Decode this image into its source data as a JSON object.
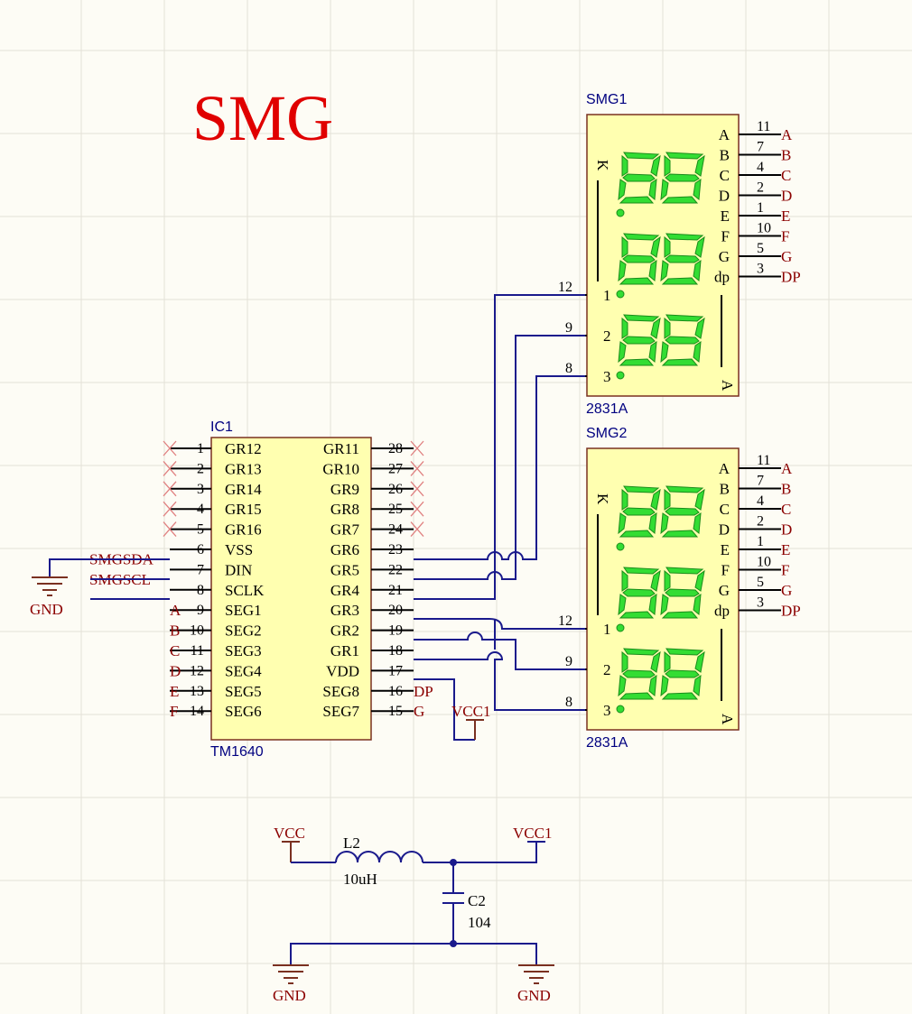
{
  "title": "SMG",
  "ic": {
    "designator": "IC1",
    "part": "TM1640",
    "left_pins": [
      {
        "num": "1",
        "name": "GR12"
      },
      {
        "num": "2",
        "name": "GR13"
      },
      {
        "num": "3",
        "name": "GR14"
      },
      {
        "num": "4",
        "name": "GR15"
      },
      {
        "num": "5",
        "name": "GR16"
      },
      {
        "num": "6",
        "name": "VSS"
      },
      {
        "num": "7",
        "name": "DIN"
      },
      {
        "num": "8",
        "name": "SCLK"
      },
      {
        "num": "9",
        "name": "SEG1"
      },
      {
        "num": "10",
        "name": "SEG2"
      },
      {
        "num": "11",
        "name": "SEG3"
      },
      {
        "num": "12",
        "name": "SEG4"
      },
      {
        "num": "13",
        "name": "SEG5"
      },
      {
        "num": "14",
        "name": "SEG6"
      }
    ],
    "right_pins": [
      {
        "num": "28",
        "name": "GR11"
      },
      {
        "num": "27",
        "name": "GR10"
      },
      {
        "num": "26",
        "name": "GR9"
      },
      {
        "num": "25",
        "name": "GR8"
      },
      {
        "num": "24",
        "name": "GR7"
      },
      {
        "num": "23",
        "name": "GR6"
      },
      {
        "num": "22",
        "name": "GR5"
      },
      {
        "num": "21",
        "name": "GR4"
      },
      {
        "num": "20",
        "name": "GR3"
      },
      {
        "num": "19",
        "name": "GR2"
      },
      {
        "num": "18",
        "name": "GR1"
      },
      {
        "num": "17",
        "name": "VDD"
      },
      {
        "num": "16",
        "name": "SEG8"
      },
      {
        "num": "15",
        "name": "SEG7"
      }
    ],
    "left_nets": [
      "",
      "",
      "",
      "",
      "",
      "",
      "SMGSDA",
      "SMGSCL",
      "A",
      "B",
      "C",
      "D",
      "E",
      "F"
    ],
    "right_nets": [
      "",
      "",
      "",
      "",
      "",
      "",
      "",
      "",
      "",
      "",
      "",
      "",
      "DP",
      "G"
    ]
  },
  "displays": [
    {
      "designator": "SMG1",
      "part": "2831A",
      "seg_pins": [
        {
          "name": "A",
          "num": "11",
          "net": "A"
        },
        {
          "name": "B",
          "num": "7",
          "net": "B"
        },
        {
          "name": "C",
          "num": "4",
          "net": "C"
        },
        {
          "name": "D",
          "num": "2",
          "net": "D"
        },
        {
          "name": "E",
          "num": "1",
          "net": "E"
        },
        {
          "name": "F",
          "num": "10",
          "net": "F"
        },
        {
          "name": "G",
          "num": "5",
          "net": "G"
        },
        {
          "name": "dp",
          "num": "3",
          "net": "DP"
        }
      ],
      "com_pins": [
        {
          "name": "1",
          "num": "12"
        },
        {
          "name": "2",
          "num": "9"
        },
        {
          "name": "3",
          "num": "8"
        }
      ],
      "k_label": "K",
      "a_label": "A"
    },
    {
      "designator": "SMG2",
      "part": "2831A",
      "seg_pins": [
        {
          "name": "A",
          "num": "11",
          "net": "A"
        },
        {
          "name": "B",
          "num": "7",
          "net": "B"
        },
        {
          "name": "C",
          "num": "4",
          "net": "C"
        },
        {
          "name": "D",
          "num": "2",
          "net": "D"
        },
        {
          "name": "E",
          "num": "1",
          "net": "E"
        },
        {
          "name": "F",
          "num": "10",
          "net": "F"
        },
        {
          "name": "G",
          "num": "5",
          "net": "G"
        },
        {
          "name": "dp",
          "num": "3",
          "net": "DP"
        }
      ],
      "com_pins": [
        {
          "name": "1",
          "num": "12"
        },
        {
          "name": "2",
          "num": "9"
        },
        {
          "name": "3",
          "num": "8"
        }
      ],
      "k_label": "K",
      "a_label": "A"
    }
  ],
  "power": {
    "gnd_label": "GND",
    "vcc_label": "VCC",
    "vcc1_label": "VCC1",
    "inductor": {
      "designator": "L2",
      "value": "10uH"
    },
    "capacitor": {
      "designator": "C2",
      "value": "104"
    }
  },
  "colors": {
    "wire": "#1a1a8c",
    "body": "#ffffb0",
    "segment": "#33dd33",
    "title": "#e00000",
    "net": "#8b0000"
  }
}
